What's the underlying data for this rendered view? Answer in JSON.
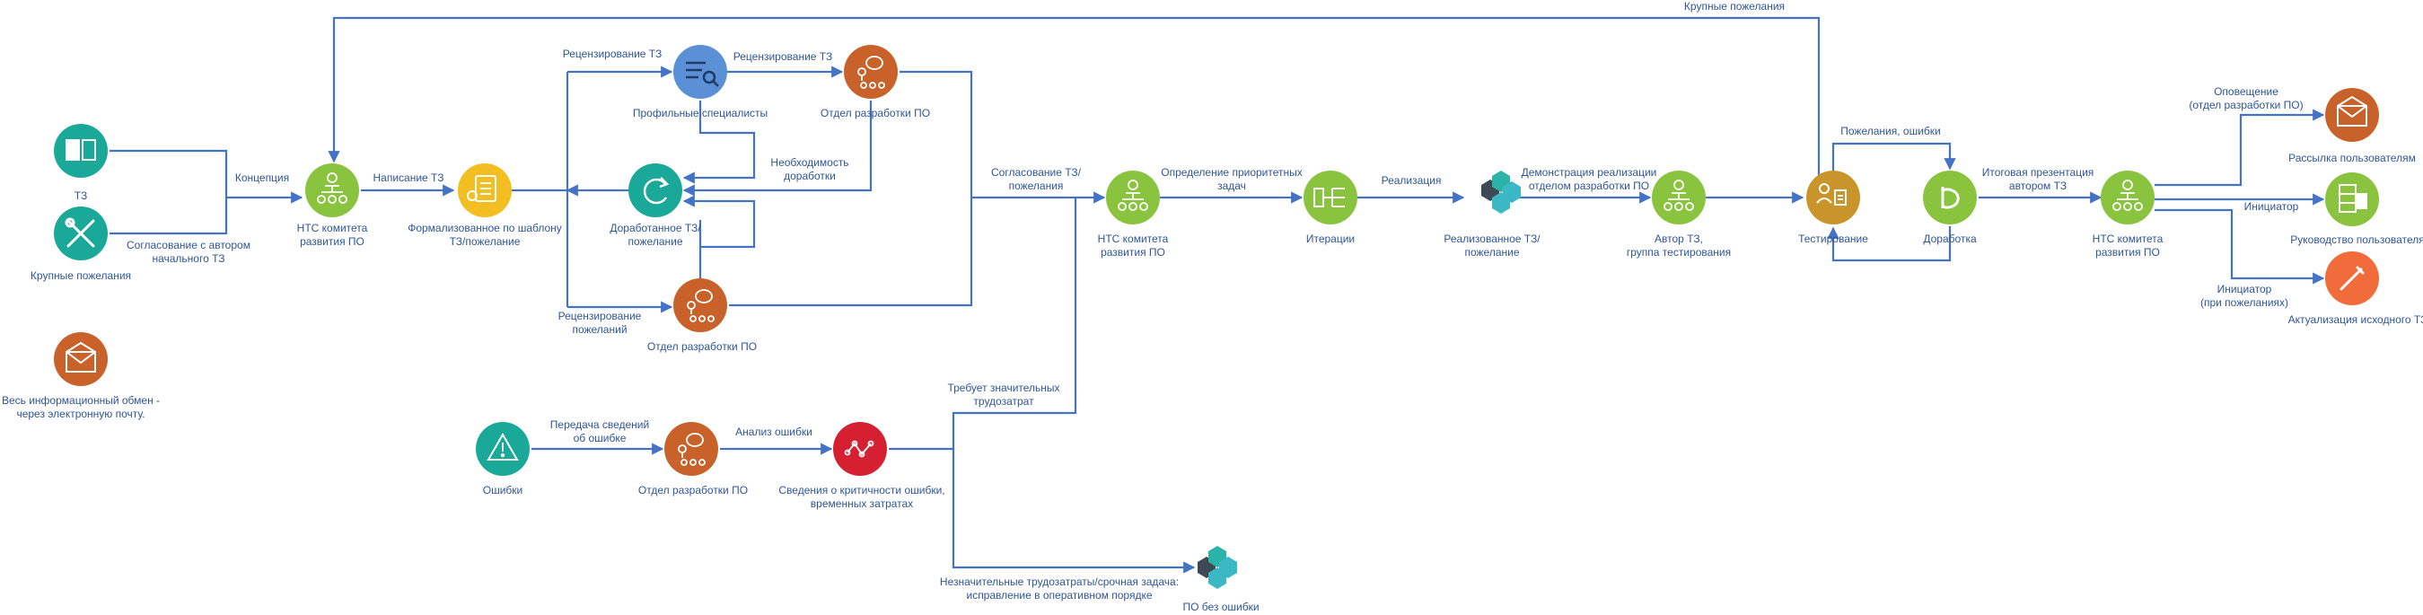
{
  "nodes": {
    "tz": {
      "label": "ТЗ",
      "color": "#1aa899",
      "icon": "book-icon"
    },
    "large_wishes_src": {
      "label": "Крупные пожелания",
      "color": "#1aa899",
      "icon": "tools-icon"
    },
    "nts1": {
      "label1": "НТС комитета",
      "label2": "развития ПО",
      "color": "#8ac43f",
      "icon": "org-chart-icon"
    },
    "formalized": {
      "label1": "Формализованное по шаблону",
      "label2": "ТЗ/пожелание",
      "color": "#f2be22",
      "icon": "document-icon"
    },
    "specialists": {
      "label": "Профильные специалисты",
      "color": "#5b8fd6",
      "icon": "list-search-icon"
    },
    "dev_dept_top": {
      "label": "Отдел разработки ПО",
      "color": "#c8622a",
      "icon": "team-chat-icon"
    },
    "revised": {
      "label1": "Доработанное ТЗ/",
      "label2": "пожелание",
      "color": "#1aa899",
      "icon": "refresh-icon"
    },
    "dev_dept_bottom": {
      "label": "Отдел разработки ПО",
      "color": "#c8622a",
      "icon": "team-chat-icon"
    },
    "nts2": {
      "label1": "НТС комитета",
      "label2": "развития ПО",
      "color": "#8ac43f",
      "icon": "org-chart-icon"
    },
    "iterations": {
      "label": "Итерации",
      "color": "#8ac43f",
      "icon": "split-icon"
    },
    "implemented": {
      "label1": "Реализованное ТЗ/",
      "label2": "пожелание",
      "color": "#3bb8c4",
      "icon": "hexagon-cluster-icon"
    },
    "author_group": {
      "label1": "Автор ТЗ,",
      "label2": "группа тестирования",
      "color": "#8ac43f",
      "icon": "org-chart-icon"
    },
    "testing": {
      "label": "Тестирование",
      "color": "#c9952a",
      "icon": "person-document-icon"
    },
    "rework": {
      "label": "Доработка",
      "color": "#8ac43f",
      "icon": "cycle-icon"
    },
    "nts3": {
      "label1": "НТС комитета",
      "label2": "развития ПО",
      "color": "#8ac43f",
      "icon": "org-chart-icon"
    },
    "mailing": {
      "label": "Рассылка пользователям",
      "color": "#c8622a",
      "icon": "envelope-icon"
    },
    "user_guide": {
      "label": "Руководство пользователя",
      "color": "#8ac43f",
      "icon": "server-doc-icon"
    },
    "tz_update": {
      "label": "Актуализация исходного ТЗ",
      "color": "#f26b3a",
      "icon": "pencil-icon"
    },
    "email_note": {
      "label1": "Весь информационный  обмен -",
      "label2": "через электронную почту.",
      "color": "#c8622a",
      "icon": "envelope-icon"
    },
    "errors": {
      "label": "Ошибки",
      "color": "#1aa899",
      "icon": "warning-icon"
    },
    "dev_dept_err": {
      "label": "Отдел разработки ПО",
      "color": "#c8622a",
      "icon": "team-chat-icon"
    },
    "criticality": {
      "label1": "Сведения о критичности ошибки,",
      "label2": "временных затратах",
      "color": "#d42030",
      "icon": "network-icon"
    },
    "no_bugs": {
      "label": "ПО без ошибки",
      "color": "#3bb8c4",
      "icon": "hexagon-cluster-icon"
    }
  },
  "edges": {
    "large_wishes_top": "Крупные пожелания",
    "approval1": "Согласование с автором",
    "approval2": "начального ТЗ",
    "concept": "Концепция",
    "writing_tz": "Написание ТЗ",
    "review_top_left": "Рецензирование ТЗ",
    "review_top_mid": "Рецензирование ТЗ",
    "need_rework1": "Необходимость",
    "need_rework2": "доработки",
    "review_wishes1": "Рецензирование",
    "review_wishes2": "пожеланий",
    "agree1": "Согласование ТЗ/",
    "agree2": "пожелания",
    "priority1": "Определение приоритетных",
    "priority2": "задач",
    "realization": "Реализация",
    "demo1": "Демонстрация реализации",
    "demo2": "отделом разработки ПО",
    "wishes_bugs": "Пожелания, ошибки",
    "final1": "Итоговая презентация",
    "final2": "автором ТЗ",
    "notify1": "Оповещение",
    "notify2": "(отдел разработки ПО)",
    "initiator": "Инициатор",
    "initiator2a": "Инициатор",
    "initiator2b": "(при пожеланиях)",
    "transfer1": "Передача сведений",
    "transfer2": "об ошибке",
    "analysis": "Анализ ошибки",
    "significant1": "Требует значительных",
    "significant2": "трудозатрат",
    "minor1": "Незначительные трудозатраты/срочная задача:",
    "minor2": "исправление в оперативном порядке"
  }
}
